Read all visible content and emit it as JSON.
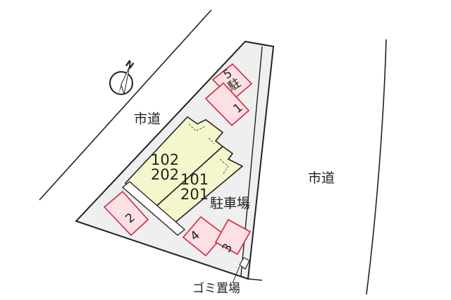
{
  "map": {
    "compass_label": "N",
    "street_labels": [
      "市道",
      "市道"
    ],
    "units": [
      {
        "upper": "102",
        "lower": "202"
      },
      {
        "upper": "101",
        "lower": "201"
      }
    ],
    "parking_label": "駐車場",
    "bike_parking": {
      "number": "5",
      "label": "駐"
    },
    "parking_spaces": [
      "1",
      "2",
      "3",
      "4"
    ],
    "garbage_label": "ゴミ置場",
    "colors": {
      "lot": "#efefef",
      "building": "#f6f6cd",
      "parking_outline": "#d7263d",
      "parking_fill": "#fbe0e4",
      "line": "#222222"
    }
  }
}
